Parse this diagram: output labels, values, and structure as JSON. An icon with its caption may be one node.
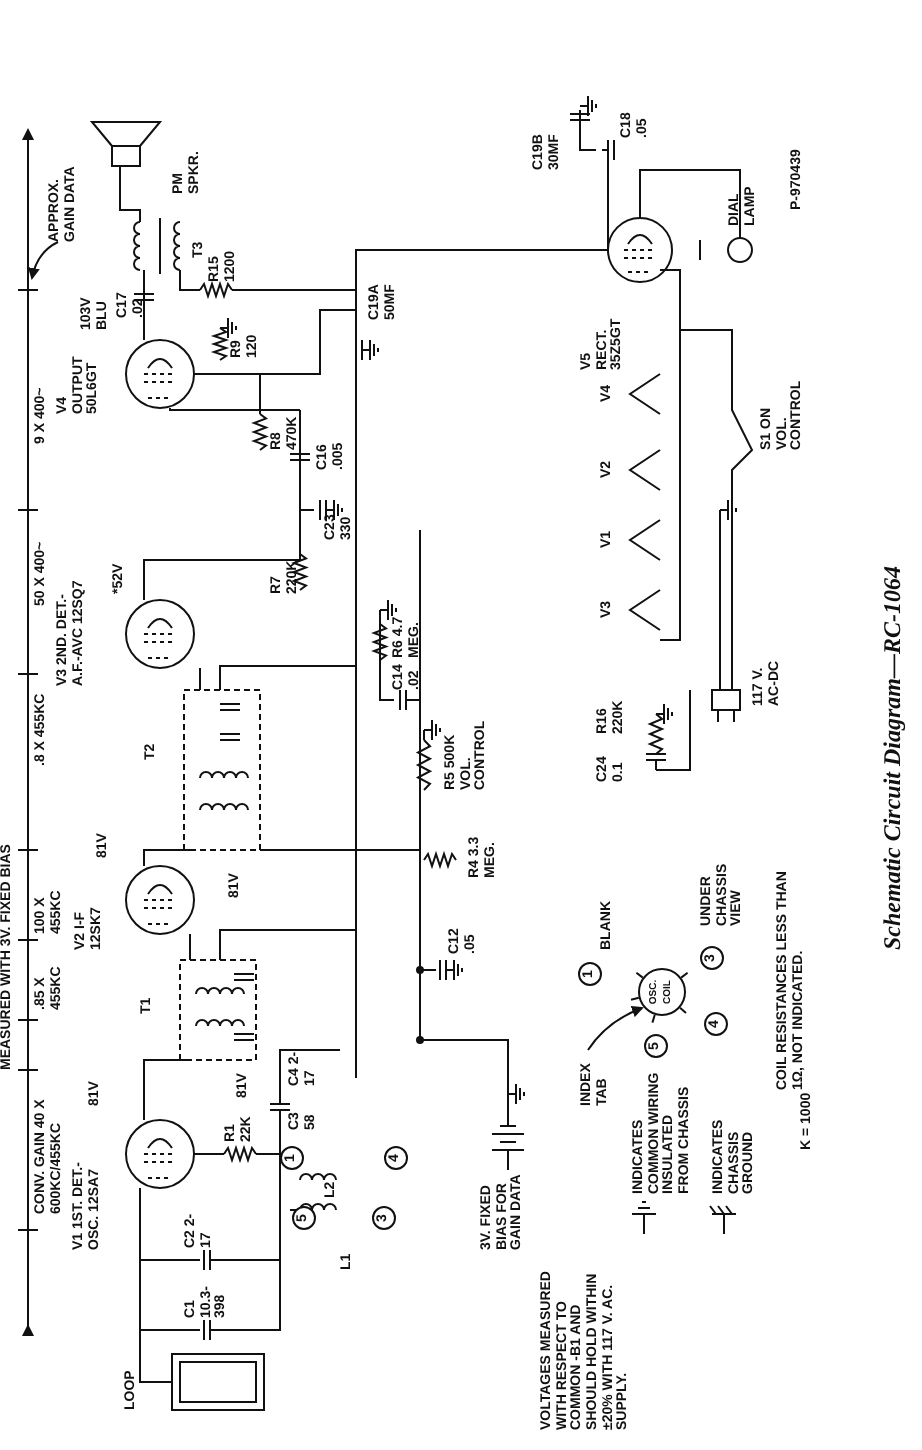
{
  "diagram": {
    "title": "Schematic Circuit Diagram—RC-1064",
    "nodes": [
      {
        "text": [
          "APPROX. GAIN DATA"
        ]
      },
      {
        "text": [
          "INDEX TAB"
        ]
      },
      {
        "text": [
          "OSC. COIL"
        ]
      },
      {
        "text": [
          "1"
        ]
      },
      {
        "text": [
          "3"
        ]
      },
      {
        "text": [
          "4"
        ]
      },
      {
        "text": [
          "5"
        ]
      },
      {
        "text": [
          "1"
        ]
      },
      {
        "text": [
          "4"
        ]
      },
      {
        "text": [
          "5"
        ]
      },
      {
        "text": [
          "3"
        ]
      }
    ],
    "edges": [
      {
        "from": 0,
        "to": null,
        "arrow": "to"
      },
      {
        "from": 1,
        "to": 2,
        "arrow": "to"
      }
    ],
    "labels": [
      "MEASURED WITH 3V. FIXED BIAS",
      "CONV. GAIN 40 X 600KC/455KC",
      ".85 X 455KC",
      "100 X 455KC",
      ".8 X 455KC",
      "50 X 400~",
      "9 X 400~",
      "LOOP",
      "C1 10.3-398",
      "C2 2-17",
      "V1 1ST. DET.-OSC. 12SA7",
      "81V",
      "R1 22K",
      "C3 58",
      "L2",
      "L1",
      "C4 2-17",
      "81V",
      "T1",
      "C12 .05",
      "V2 I-F 12SK7",
      "81V",
      "81V",
      "T2",
      "R4 3.3 MEG.",
      "R5 500K VOL. CONTROL",
      "C14 .02",
      "R6 4.7 MEG.",
      "C24 0.1",
      "R16 220K",
      "V3 2ND. DET.-A.F.-AVC 12SQ7",
      "*52V",
      "V4 OUTPUT 50L6GT",
      "103V BLU",
      "C16 .005",
      "C23 330",
      "R8 470K",
      "R9 120",
      "R7 220K",
      "C19A 50MF",
      "C17 .02",
      "R15 1200",
      "T3",
      "PM SPKR.",
      "C19B 30MF",
      "C18 .05",
      "V5 RECT. 35Z5GT",
      "DIAL LAMP",
      "P-970439",
      "V4",
      "V2",
      "V1",
      "V3",
      "S1 ON VOL. CONTROL",
      "117 V. AC-DC",
      "3V. FIXED BIAS FOR GAIN DATA",
      "VOLTAGES MEASURED WITH RESPECT TO COMMON -B1 AND SHOULD HOLD WITHIN ±20% WITH 117 V. AC. SUPPLY.",
      "BLANK",
      "UNDER CHASSIS VIEW",
      "COIL RESISTANCES LESS THAN 1Ω, NOT INDICATED.",
      "K = 1000"
    ],
    "legend": [
      {
        "text": "INDICATES COMMON WIRING INSULATED FROM CHASSIS"
      },
      {
        "text": "INDICATES CHASSIS GROUND"
      }
    ]
  }
}
